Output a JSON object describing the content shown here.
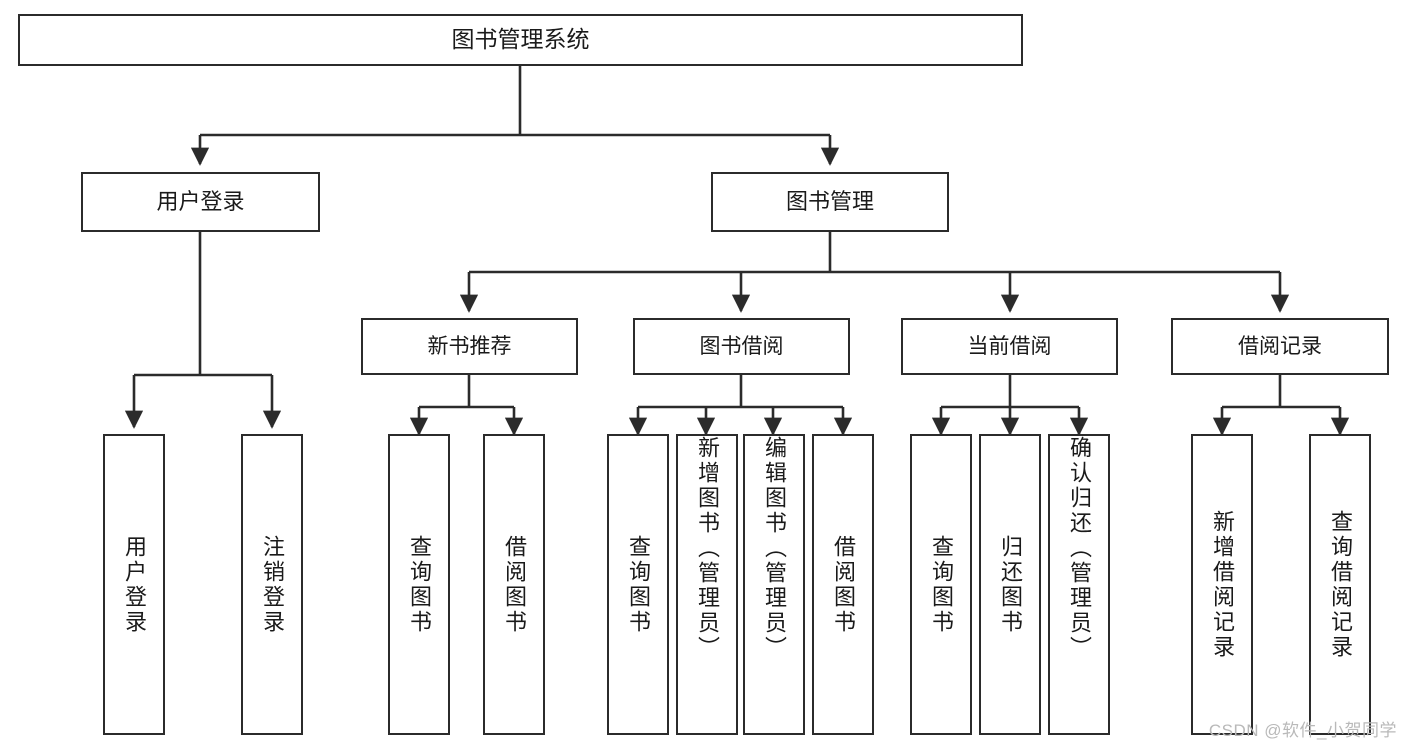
{
  "diagram": {
    "title": "图书管理系统",
    "watermark": "CSDN @软件_小贺同学",
    "stroke_color": "#2b2b2b",
    "background_color": "#ffffff",
    "text_color": "#1a1a1a",
    "watermark_color": "#b9b9b9",
    "type": "tree-hierarchy-diagram",
    "nodes": {
      "root": {
        "label": "图书管理系统"
      },
      "level2": [
        {
          "id": "user-login",
          "label": "用户登录"
        },
        {
          "id": "book-manage",
          "label": "图书管理"
        }
      ],
      "level3": [
        {
          "id": "new-book-recommend",
          "label": "新书推荐"
        },
        {
          "id": "book-borrow",
          "label": "图书借阅"
        },
        {
          "id": "current-borrow",
          "label": "当前借阅"
        },
        {
          "id": "borrow-record",
          "label": "借阅记录"
        }
      ],
      "leaves": [
        {
          "id": "leaf-user-login",
          "label": "用户登录",
          "parent": "user-login"
        },
        {
          "id": "leaf-logout-login",
          "label": "注销登录",
          "parent": "user-login"
        },
        {
          "id": "leaf-query-book-1",
          "label": "查询图书",
          "parent": "new-book-recommend"
        },
        {
          "id": "leaf-borrow-book-1",
          "label": "借阅图书",
          "parent": "new-book-recommend"
        },
        {
          "id": "leaf-query-book-2",
          "label": "查询图书",
          "parent": "book-borrow"
        },
        {
          "id": "leaf-add-book",
          "label": "新增图书（管理员）",
          "parent": "book-borrow"
        },
        {
          "id": "leaf-edit-book",
          "label": "编辑图书（管理员）",
          "parent": "book-borrow"
        },
        {
          "id": "leaf-borrow-book-2",
          "label": "借阅图书",
          "parent": "book-borrow"
        },
        {
          "id": "leaf-query-book-3",
          "label": "查询图书",
          "parent": "current-borrow"
        },
        {
          "id": "leaf-return-book",
          "label": "归还图书",
          "parent": "current-borrow"
        },
        {
          "id": "leaf-confirm-return",
          "label": "确认归还（管理员）",
          "parent": "current-borrow"
        },
        {
          "id": "leaf-add-record",
          "label": "新增借阅记录",
          "parent": "borrow-record"
        },
        {
          "id": "leaf-query-record",
          "label": "查询借阅记录",
          "parent": "borrow-record"
        }
      ]
    }
  }
}
